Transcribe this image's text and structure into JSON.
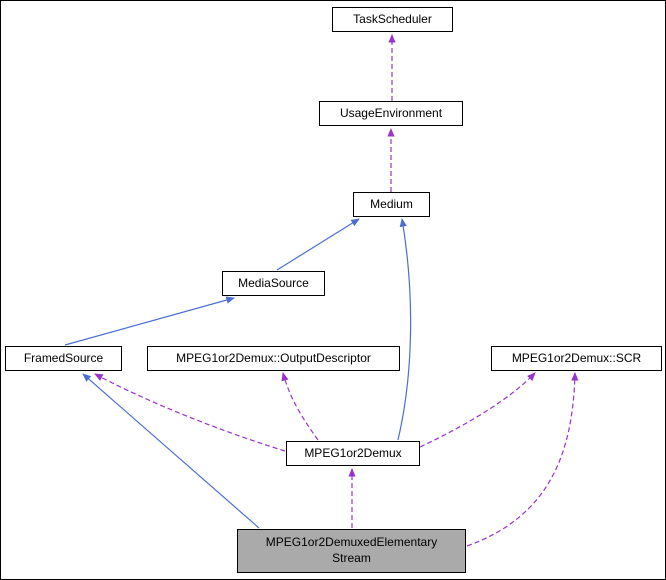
{
  "diagram": {
    "type": "doxygen-collaboration-graph",
    "nodes": [
      {
        "id": "TaskScheduler",
        "label": "TaskScheduler",
        "current": false
      },
      {
        "id": "UsageEnvironment",
        "label": "UsageEnvironment",
        "current": false
      },
      {
        "id": "Medium",
        "label": "Medium",
        "current": false
      },
      {
        "id": "MediaSource",
        "label": "MediaSource",
        "current": false
      },
      {
        "id": "FramedSource",
        "label": "FramedSource",
        "current": false
      },
      {
        "id": "MPEG1or2Demux::OutputDescriptor",
        "label": "MPEG1or2Demux::OutputDescriptor",
        "current": false
      },
      {
        "id": "MPEG1or2Demux::SCR",
        "label": "MPEG1or2Demux::SCR",
        "current": false
      },
      {
        "id": "MPEG1or2Demux",
        "label": "MPEG1or2Demux",
        "current": false
      },
      {
        "id": "MPEG1or2DemuxedElementaryStream",
        "label": "MPEG1or2DemuxedElementaryStream",
        "lines": [
          "MPEG1or2DemuxedElementary",
          "Stream"
        ],
        "current": true
      }
    ],
    "edges": [
      {
        "from": "UsageEnvironment",
        "to": "TaskScheduler",
        "relation": "usage",
        "style": "dashed"
      },
      {
        "from": "Medium",
        "to": "UsageEnvironment",
        "relation": "usage",
        "style": "dashed"
      },
      {
        "from": "MediaSource",
        "to": "Medium",
        "relation": "inheritance",
        "style": "solid"
      },
      {
        "from": "FramedSource",
        "to": "MediaSource",
        "relation": "inheritance",
        "style": "solid"
      },
      {
        "from": "MPEG1or2Demux",
        "to": "Medium",
        "relation": "inheritance",
        "style": "solid"
      },
      {
        "from": "MPEG1or2Demux",
        "to": "MPEG1or2Demux::OutputDescriptor",
        "relation": "usage",
        "style": "dashed"
      },
      {
        "from": "MPEG1or2Demux",
        "to": "MPEG1or2Demux::SCR",
        "relation": "usage",
        "style": "dashed"
      },
      {
        "from": "MPEG1or2Demux",
        "to": "FramedSource",
        "relation": "usage",
        "style": "dashed"
      },
      {
        "from": "MPEG1or2DemuxedElementaryStream",
        "to": "MPEG1or2Demux",
        "relation": "usage",
        "style": "dashed"
      },
      {
        "from": "MPEG1or2DemuxedElementaryStream",
        "to": "FramedSource",
        "relation": "inheritance",
        "style": "solid"
      },
      {
        "from": "MPEG1or2DemuxedElementaryStream",
        "to": "MPEG1or2Demux::SCR",
        "relation": "usage",
        "style": "dashed"
      }
    ],
    "colors": {
      "inheritance_edge": "#4a6fd4",
      "usage_edge": "#9a32cd",
      "node_fill": "#ffffff",
      "node_border": "#000000",
      "current_node_fill": "#aaaaaa"
    }
  }
}
